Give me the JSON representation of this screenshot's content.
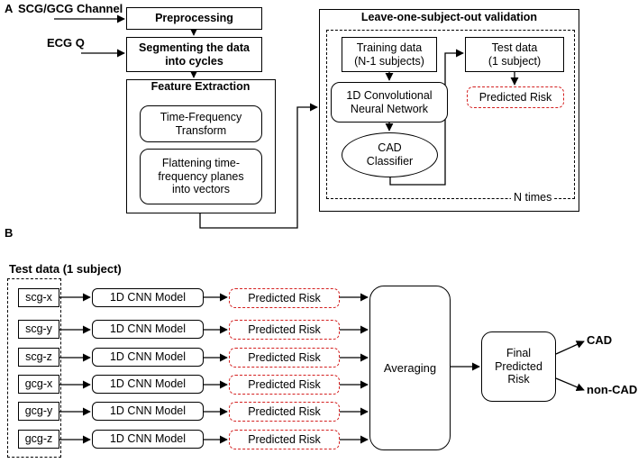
{
  "panel_a": {
    "label": "A",
    "input_scg": "SCG/GCG Channel",
    "input_ecg": "ECG Q",
    "preprocessing": "Preprocessing",
    "segmenting": "Segmenting the data\ninto cycles",
    "feature_extraction": "Feature Extraction",
    "tf_transform": "Time-Frequency\nTransform",
    "flattening": "Flattening time-\nfrequency planes\ninto vectors",
    "loso_title": "Leave-one-subject-out validation",
    "training_data": "Training data\n(N-1 subjects)",
    "test_data": "Test data\n(1 subject)",
    "cnn": "1D Convolutional\nNeural Network",
    "cad_classifier": "CAD\nClassifier",
    "predicted_risk": "Predicted Risk",
    "n_times": "N times"
  },
  "panel_b": {
    "label": "B",
    "test_data_title": "Test data (1 subject)",
    "channels": [
      "scg-x",
      "scg-y",
      "scg-z",
      "gcg-x",
      "gcg-y",
      "gcg-z"
    ],
    "model_label": "1D CNN Model",
    "risk_label": "Predicted Risk",
    "averaging": "Averaging",
    "final": "Final\nPredicted\nRisk",
    "outputs": [
      "CAD",
      "non-CAD"
    ]
  },
  "colors": {
    "risk_border": "#d42020",
    "line": "#000000"
  }
}
